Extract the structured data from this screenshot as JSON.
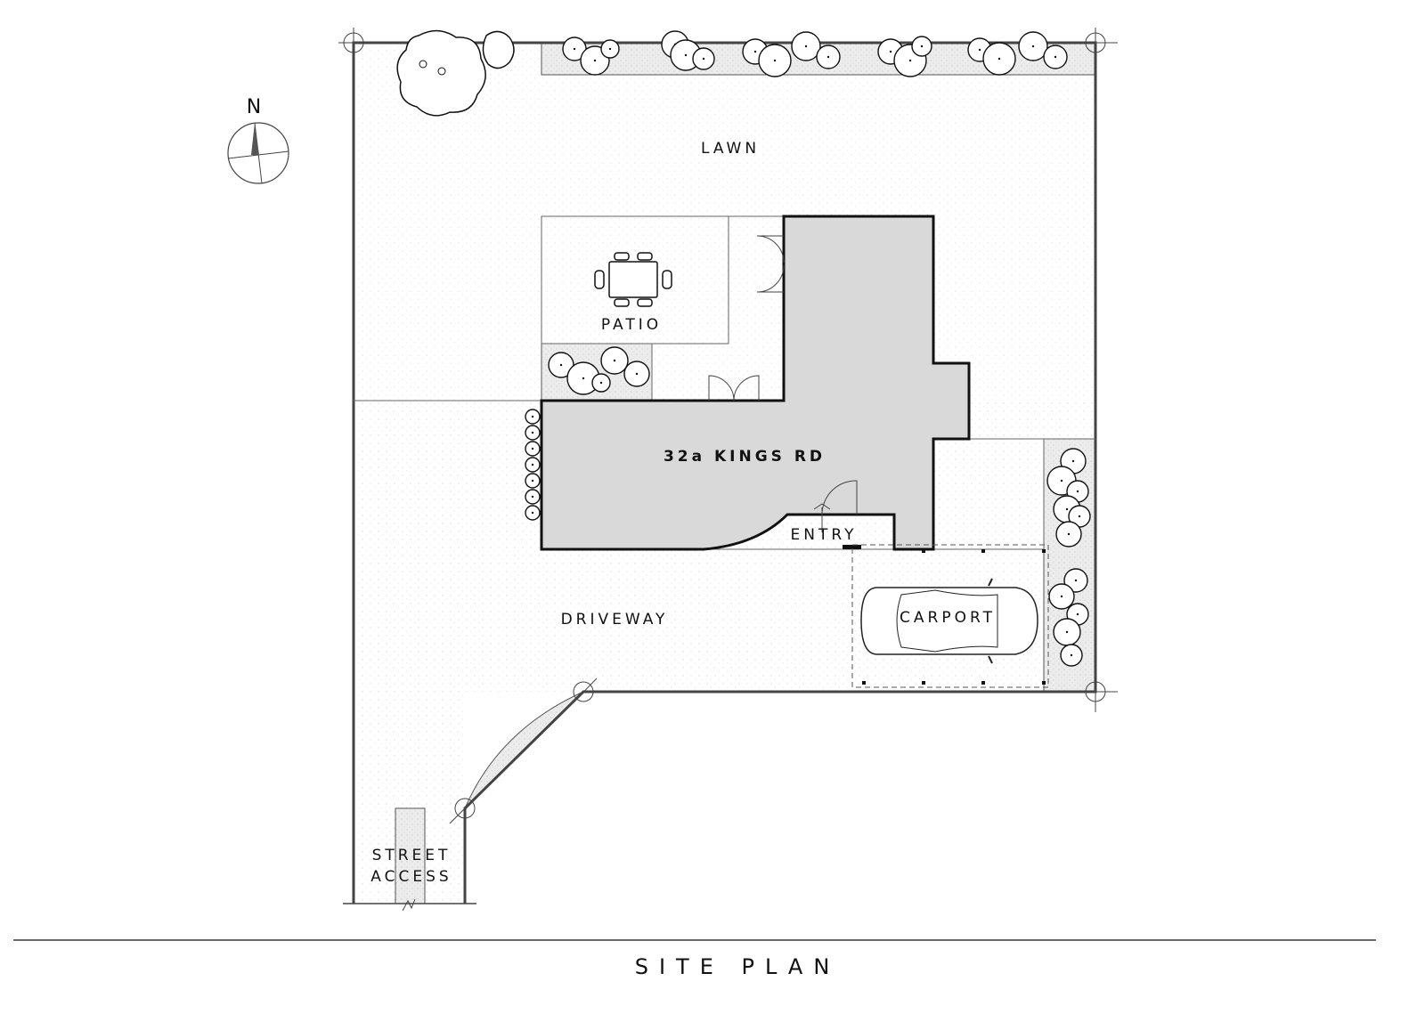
{
  "diagram": {
    "title": "SITE PLAN",
    "north_label": "N",
    "house_label": "32a KINGS RD",
    "areas": {
      "lawn": "LAWN",
      "patio": "PATIO",
      "entry": "ENTRY",
      "driveway": "DRIVEWAY",
      "carport": "CARPORT",
      "street_line1": "STREET",
      "street_line2": "ACCESS"
    },
    "colors": {
      "house_fill": "#d9d9d9",
      "hedge_fill": "#e6e6e6",
      "line": "#111111"
    }
  }
}
